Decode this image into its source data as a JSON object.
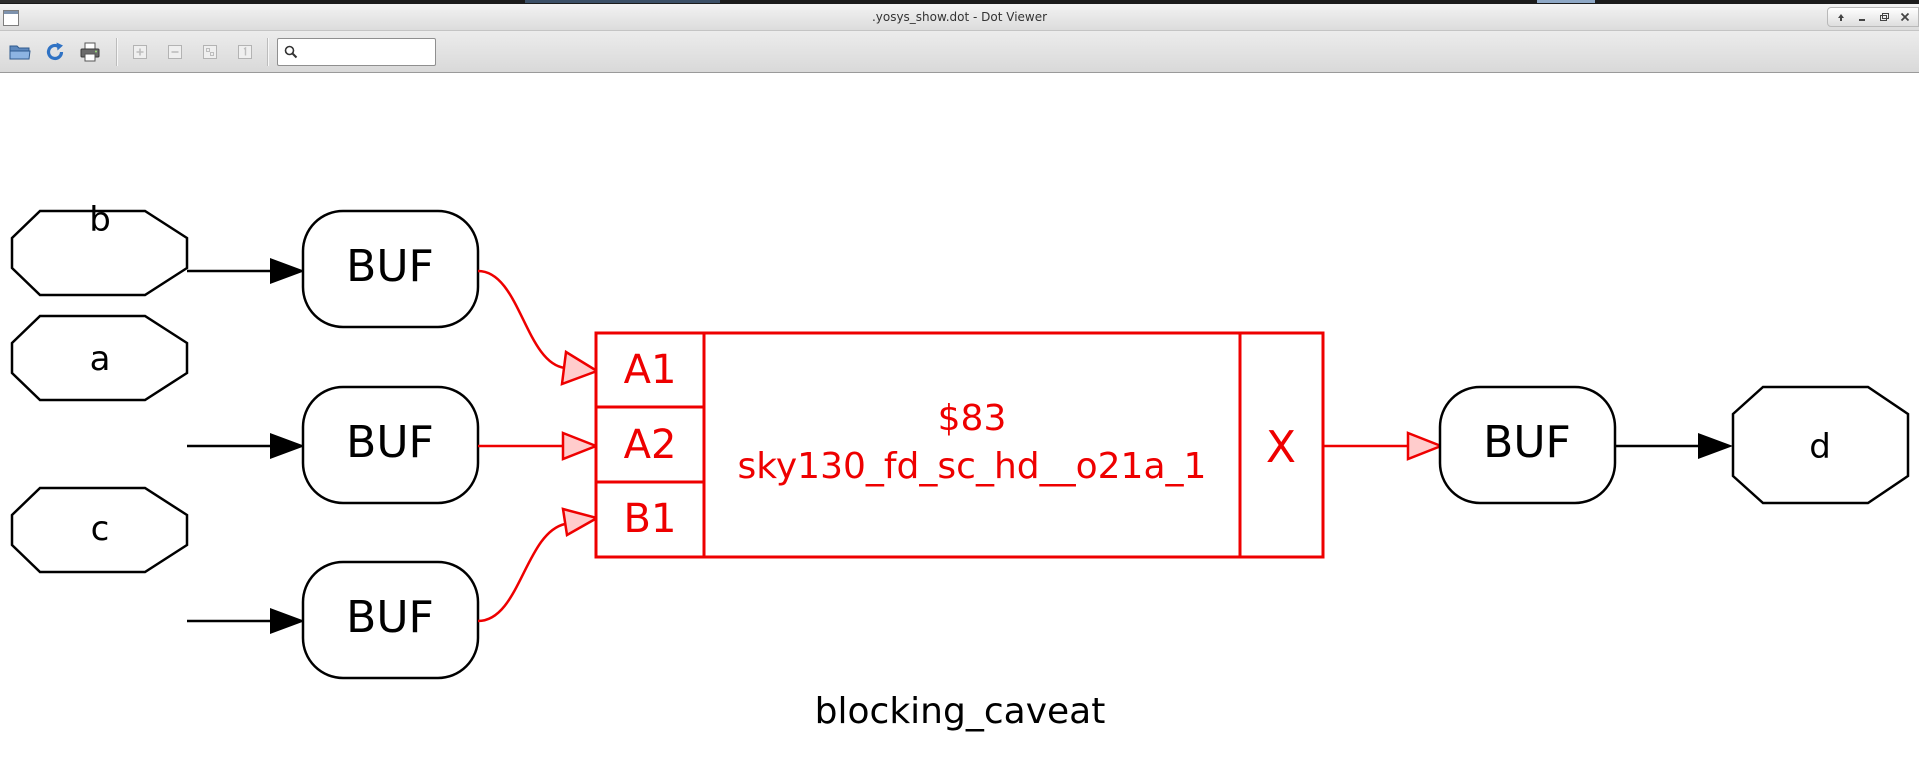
{
  "window": {
    "title": ".yosys_show.dot - Dot Viewer"
  },
  "toolbar": {
    "open_icon": "folder-open-icon",
    "reload_icon": "reload-icon",
    "print_icon": "print-icon",
    "zoom_in_icon": "zoom-in-icon",
    "zoom_out_icon": "zoom-out-icon",
    "zoom_fit_icon": "zoom-fit-icon",
    "zoom_100_icon": "zoom-100-icon",
    "search": {
      "value": "",
      "placeholder": ""
    }
  },
  "graph": {
    "caption": "blocking_caveat",
    "input_ports": [
      "b",
      "a",
      "c"
    ],
    "output_port": "d",
    "buffer_label": "BUF",
    "cell": {
      "id": "$83",
      "type": "sky130_fd_sc_hd__o21a_1",
      "input_pins": [
        "A1",
        "A2",
        "B1"
      ],
      "output_pin": "X"
    },
    "colors": {
      "highlight": "#ee0000",
      "normal": "#000000",
      "arrow_fill": "#ffcccc"
    }
  }
}
